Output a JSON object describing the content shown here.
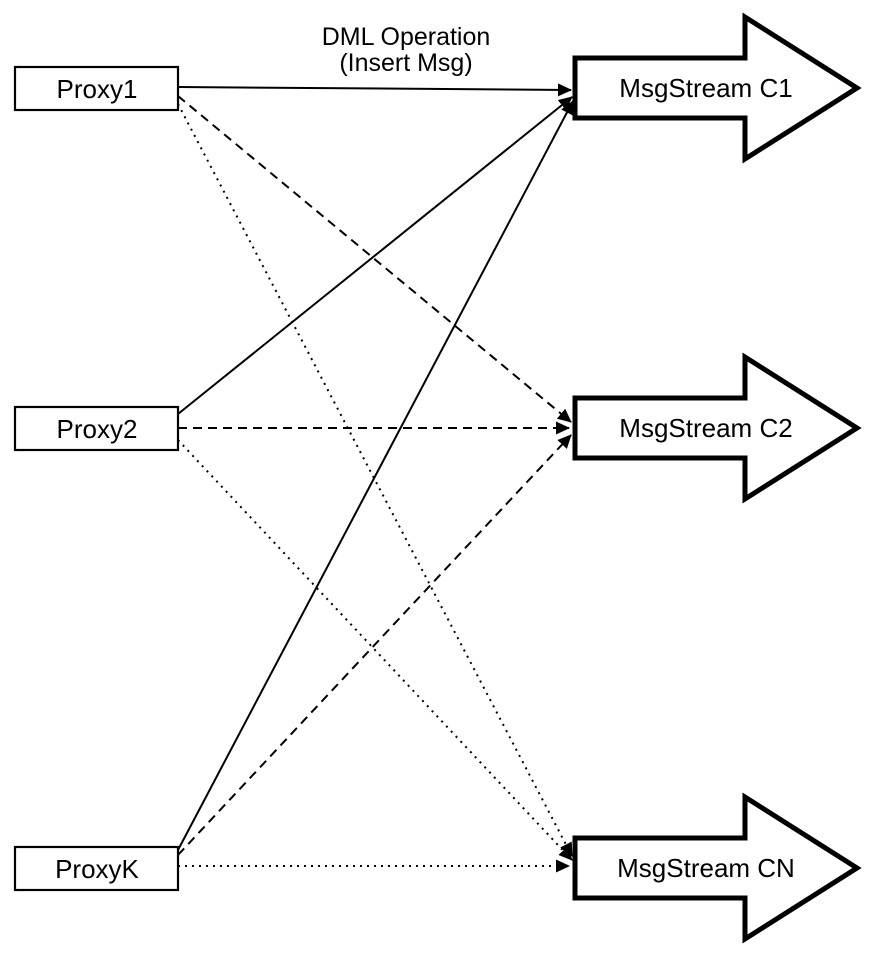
{
  "diagram": {
    "title": {
      "line1": "DML Operation",
      "line2": "(Insert Msg)"
    },
    "proxies": [
      {
        "label": "Proxy1"
      },
      {
        "label": "Proxy2"
      },
      {
        "label": "ProxyK"
      }
    ],
    "streams": [
      {
        "label": "MsgStream C1"
      },
      {
        "label": "MsgStream C2"
      },
      {
        "label": "MsgStream CN"
      }
    ],
    "edges": [
      {
        "from": "Proxy1",
        "to": "MsgStream C1",
        "style": "solid",
        "meaning": "DML Operation (Insert Msg)"
      },
      {
        "from": "Proxy2",
        "to": "MsgStream C1",
        "style": "solid"
      },
      {
        "from": "ProxyK",
        "to": "MsgStream C1",
        "style": "solid"
      },
      {
        "from": "Proxy1",
        "to": "MsgStream C2",
        "style": "dashed"
      },
      {
        "from": "Proxy2",
        "to": "MsgStream C2",
        "style": "dashed"
      },
      {
        "from": "ProxyK",
        "to": "MsgStream C2",
        "style": "dashed"
      },
      {
        "from": "Proxy1",
        "to": "MsgStream CN",
        "style": "dotted"
      },
      {
        "from": "Proxy2",
        "to": "MsgStream CN",
        "style": "dotted"
      },
      {
        "from": "ProxyK",
        "to": "MsgStream CN",
        "style": "dotted"
      }
    ],
    "colors": {
      "line": "#000000",
      "shape_fill": "#ffffff",
      "background": "#ffffff"
    }
  }
}
